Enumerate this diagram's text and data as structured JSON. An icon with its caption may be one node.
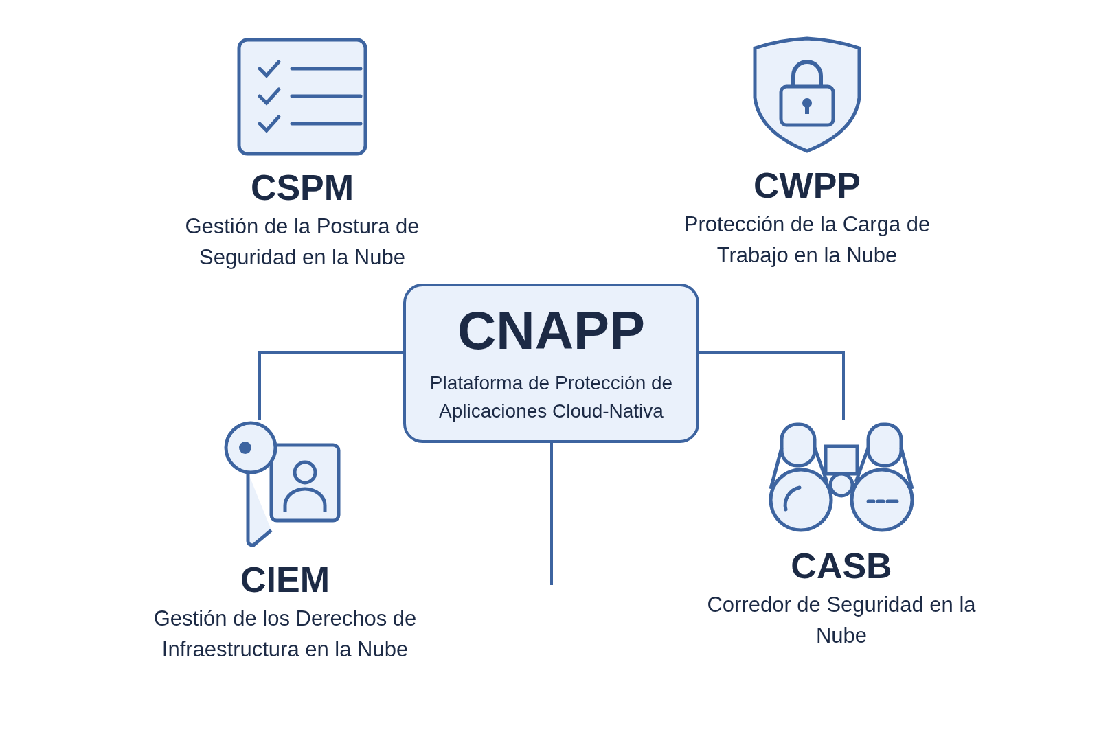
{
  "diagram": {
    "nodes": [
      {
        "text": [
          "CSPM",
          "Gestión de la Postura de Seguridad en la Nube"
        ]
      },
      {
        "text": [
          "CWPP",
          "Protección de la Carga de Trabajo en la Nube"
        ]
      },
      {
        "text": [
          "CNAPP",
          "Plataforma de Protección de Aplicaciones Cloud-Nativa"
        ]
      },
      {
        "text": [
          "CIEM",
          "Gestión de los Derechos de Infraestructura en la Nube"
        ]
      },
      {
        "text": [
          "CASB",
          "Corredor de Seguridad en la Nube"
        ]
      }
    ],
    "edges": [
      {
        "from": 2,
        "to": 3,
        "arrow": "none"
      },
      {
        "from": 2,
        "to": 4,
        "arrow": "none"
      },
      {
        "from": 2,
        "to": null,
        "arrow": "none"
      }
    ]
  }
}
